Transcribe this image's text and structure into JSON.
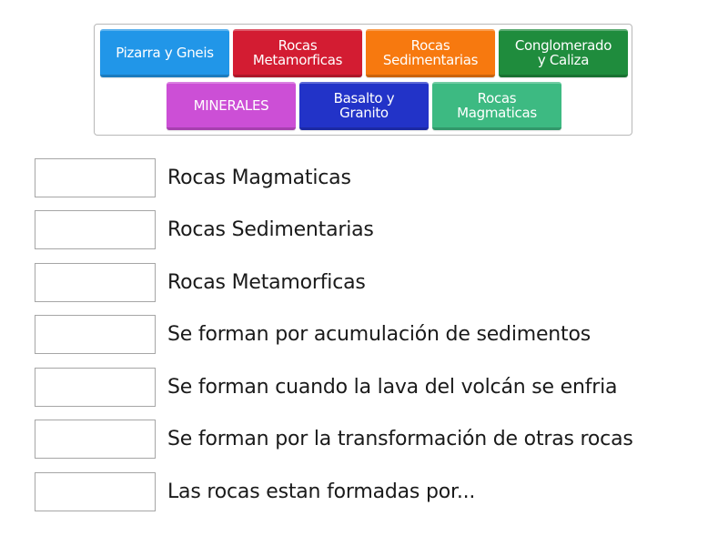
{
  "tile_bank": {
    "tiles": [
      {
        "label_line1": "Pizarra y Gneis",
        "label_line2": "",
        "color": "#2196e8"
      },
      {
        "label_line1": "Rocas",
        "label_line2": "Metamorficas",
        "color": "#d31c32"
      },
      {
        "label_line1": "Rocas",
        "label_line2": "Sedimentarias",
        "color": "#f7790f"
      },
      {
        "label_line1": "Conglomerado",
        "label_line2": "y Caliza",
        "color": "#1f8c3d"
      },
      {
        "label_line1": "MINERALES",
        "label_line2": "",
        "color": "#cc4fd6"
      },
      {
        "label_line1": "Basalto y",
        "label_line2": "Granito",
        "color": "#2233c8"
      },
      {
        "label_line1": "Rocas",
        "label_line2": "Magmaticas",
        "color": "#3dba82"
      }
    ]
  },
  "targets": [
    {
      "text": "Rocas Magmaticas"
    },
    {
      "text": "Rocas Sedimentarias"
    },
    {
      "text": "Rocas Metamorficas"
    },
    {
      "text": "Se forman por acumulación de sedimentos"
    },
    {
      "text": "Se forman cuando la lava del volcán se enfria"
    },
    {
      "text": "Se forman por la transformación de otras rocas"
    },
    {
      "text": "Las rocas estan formadas por..."
    }
  ]
}
